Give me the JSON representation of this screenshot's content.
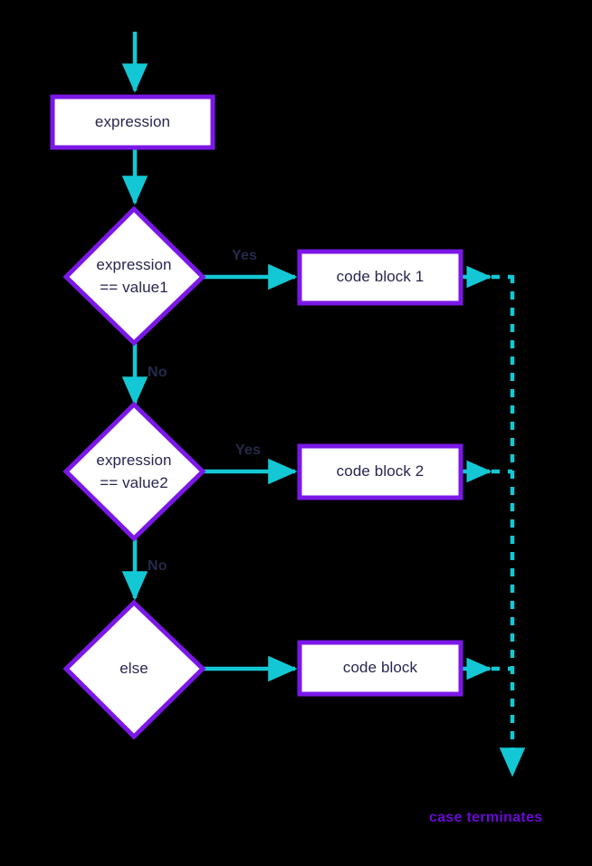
{
  "diagram": {
    "title": "switch case flowchart",
    "background_color": "#000000",
    "colors": {
      "node_border": "#7b18e8",
      "node_fill": "#ffffff",
      "node_text": "#27264f",
      "edge": "#13c8d4",
      "edge_label_text": "#252a4a",
      "terminate_text": "#6b08d6"
    },
    "nodes": [
      {
        "id": "expression-box",
        "shape": "rectangle",
        "label": "expression"
      },
      {
        "id": "decision-value1",
        "shape": "diamond",
        "label": "expression\n== value1"
      },
      {
        "id": "code-block-1",
        "shape": "rectangle",
        "label": "code block 1"
      },
      {
        "id": "decision-value2",
        "shape": "diamond",
        "label": "expression\n== value2"
      },
      {
        "id": "code-block-2",
        "shape": "rectangle",
        "label": "code block 2"
      },
      {
        "id": "decision-else",
        "shape": "diamond",
        "label": "else"
      },
      {
        "id": "code-block-else",
        "shape": "rectangle",
        "label": "code block"
      }
    ],
    "edge_labels": {
      "yes_1": "Yes",
      "no_1": "No",
      "yes_2": "Yes",
      "no_2": "No"
    },
    "terminate_label": "case terminates"
  }
}
